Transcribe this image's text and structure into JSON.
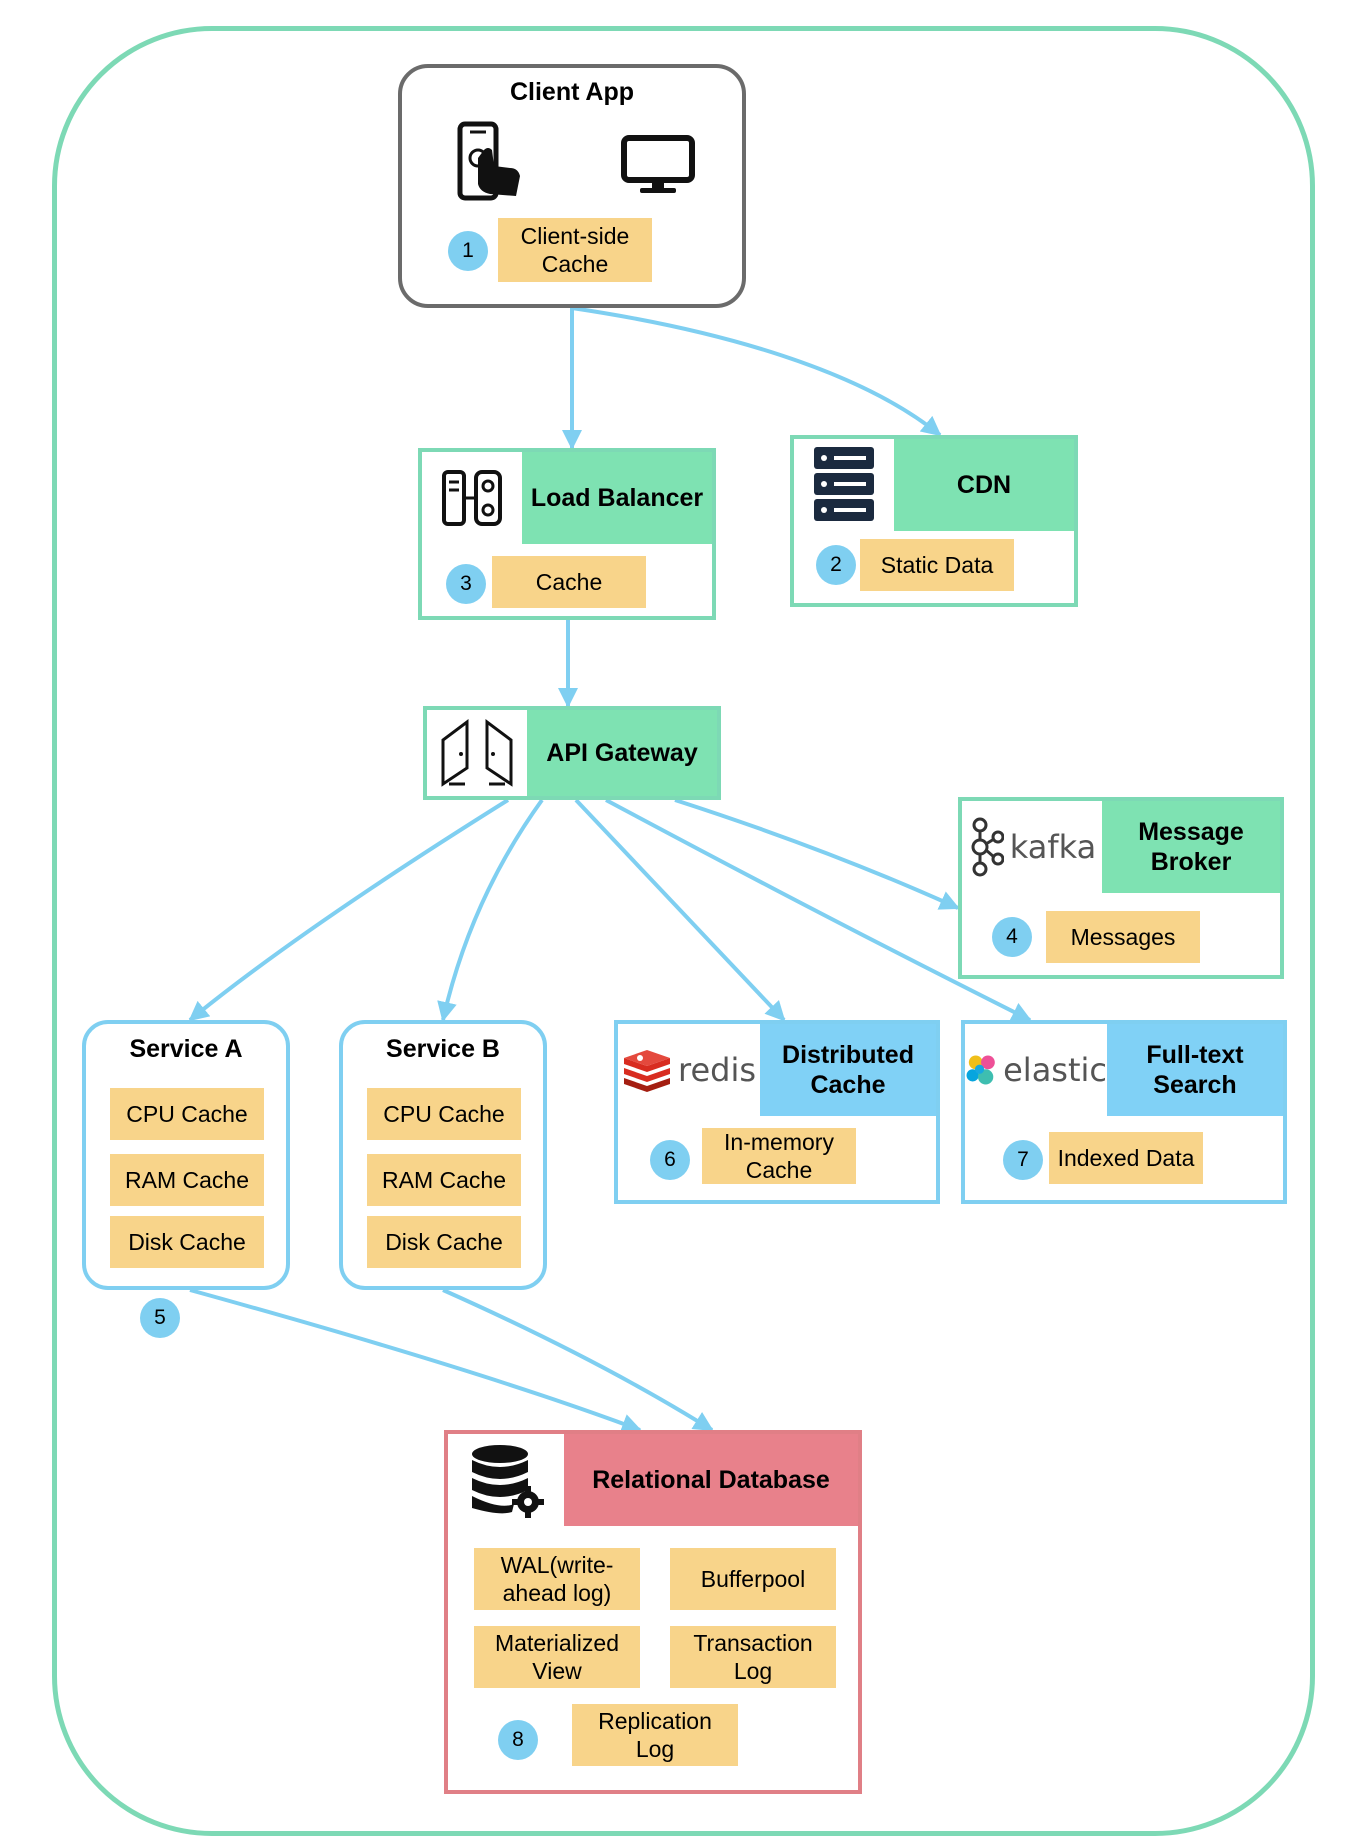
{
  "client": {
    "title": "Client App",
    "cache": "Client-side Cache",
    "num": "1"
  },
  "load_balancer": {
    "title": "Load Balancer",
    "cache": "Cache",
    "num": "3"
  },
  "cdn": {
    "title": "CDN",
    "cache": "Static Data",
    "num": "2"
  },
  "api_gateway": {
    "title": "API Gateway"
  },
  "message_broker": {
    "title": "Message Broker",
    "brand": "kafka",
    "cache": "Messages",
    "num": "4"
  },
  "service_a": {
    "title": "Service A",
    "items": [
      "CPU Cache",
      "RAM Cache",
      "Disk Cache"
    ],
    "num": "5"
  },
  "service_b": {
    "title": "Service B",
    "items": [
      "CPU Cache",
      "RAM Cache",
      "Disk Cache"
    ]
  },
  "distributed_cache": {
    "title": "Distributed Cache",
    "brand": "redis",
    "cache": "In-memory Cache",
    "num": "6"
  },
  "fulltext_search": {
    "title": "Full-text Search",
    "brand": "elastic",
    "cache": "Indexed Data",
    "num": "7"
  },
  "database": {
    "title": "Relational Database",
    "items": [
      "WAL(write-ahead log)",
      "Bufferpool",
      "Materialized View",
      "Transaction Log",
      "Replication Log"
    ],
    "num": "8"
  },
  "colors": {
    "outer_border": "#7dd9b5",
    "green_header": "#7ee2b2",
    "blue_header": "#80d1f6",
    "red_header": "#e8818b",
    "cache_tag": "#f8d48a",
    "number_badge": "#7fcff1",
    "arrow": "#7fcff1"
  },
  "icons": {
    "client": [
      "touch-phone-icon",
      "monitor-icon"
    ],
    "load_balancer": "load-balancer-icon",
    "cdn": "server-rack-icon",
    "api_gateway": "gate-icon",
    "message_broker": "kafka-logo-icon",
    "distributed_cache": "redis-logo-icon",
    "fulltext_search": "elastic-logo-icon",
    "database": "database-gear-icon"
  }
}
